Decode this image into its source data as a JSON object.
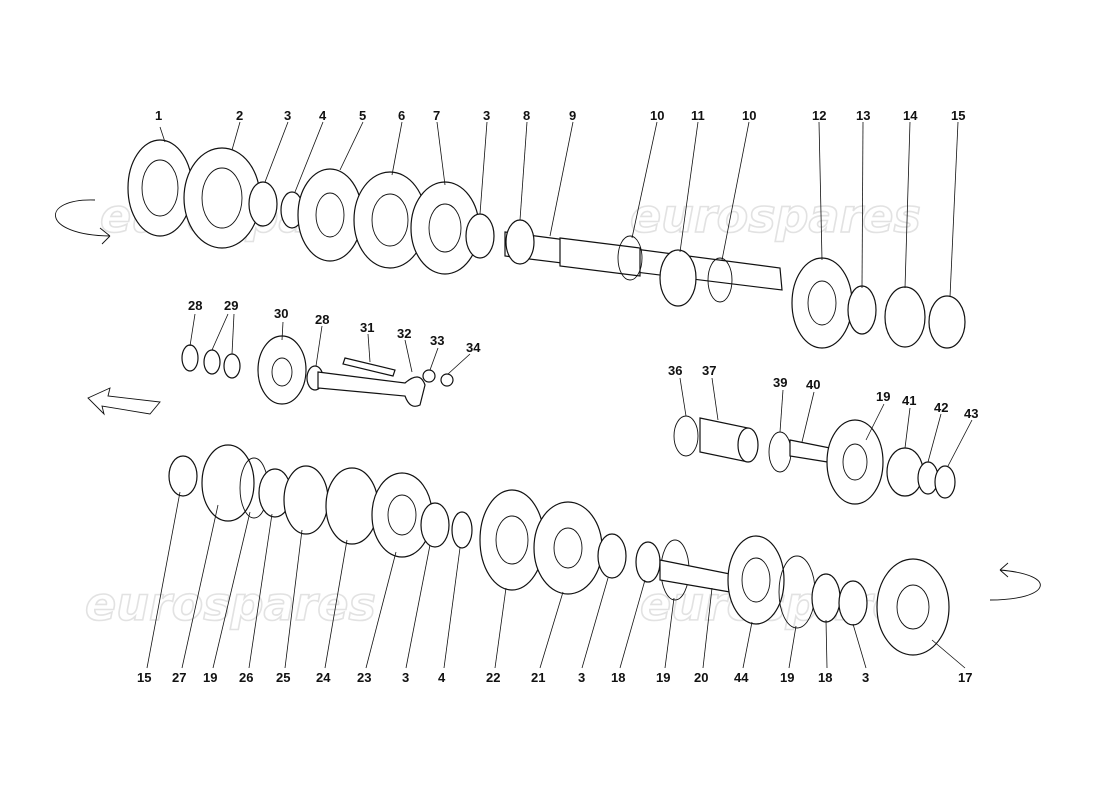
{
  "watermarks": [
    "eurospares",
    "eurospares",
    "eurospares",
    "eurospares"
  ],
  "labels": {
    "top": [
      "1",
      "2",
      "3",
      "4",
      "5",
      "6",
      "7",
      "3",
      "8",
      "9",
      "10",
      "11",
      "10",
      "12",
      "13",
      "14",
      "15"
    ],
    "middle": [
      "28",
      "29",
      "30",
      "28",
      "31",
      "32",
      "33",
      "34"
    ],
    "right": [
      "36",
      "37",
      "39",
      "40",
      "19",
      "41",
      "42",
      "43"
    ],
    "bottom": [
      "15",
      "27",
      "19",
      "26",
      "25",
      "24",
      "23",
      "3",
      "4",
      "22",
      "21",
      "3",
      "18",
      "19",
      "20",
      "44",
      "19",
      "18",
      "3",
      "17"
    ]
  }
}
